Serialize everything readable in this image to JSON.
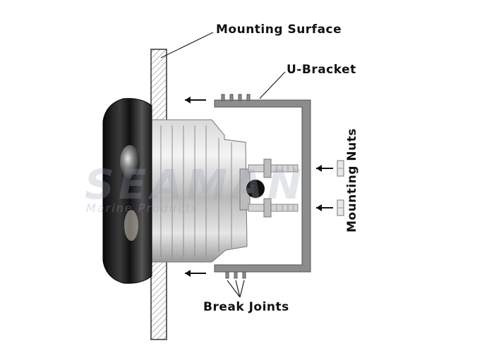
{
  "labels": {
    "mounting_surface": "Mounting Surface",
    "u_bracket": "U-Bracket",
    "mounting_nuts": "Mounting Nuts",
    "break_joints": "Break Joints"
  },
  "watermark": {
    "logo": "SEAMAN",
    "subtitle": "Marine Products"
  },
  "colors": {
    "bracket": "#8c8c8c",
    "text": "#111111",
    "gauge_body": "#c8c8c8",
    "bezel": "#1a1a1a"
  }
}
